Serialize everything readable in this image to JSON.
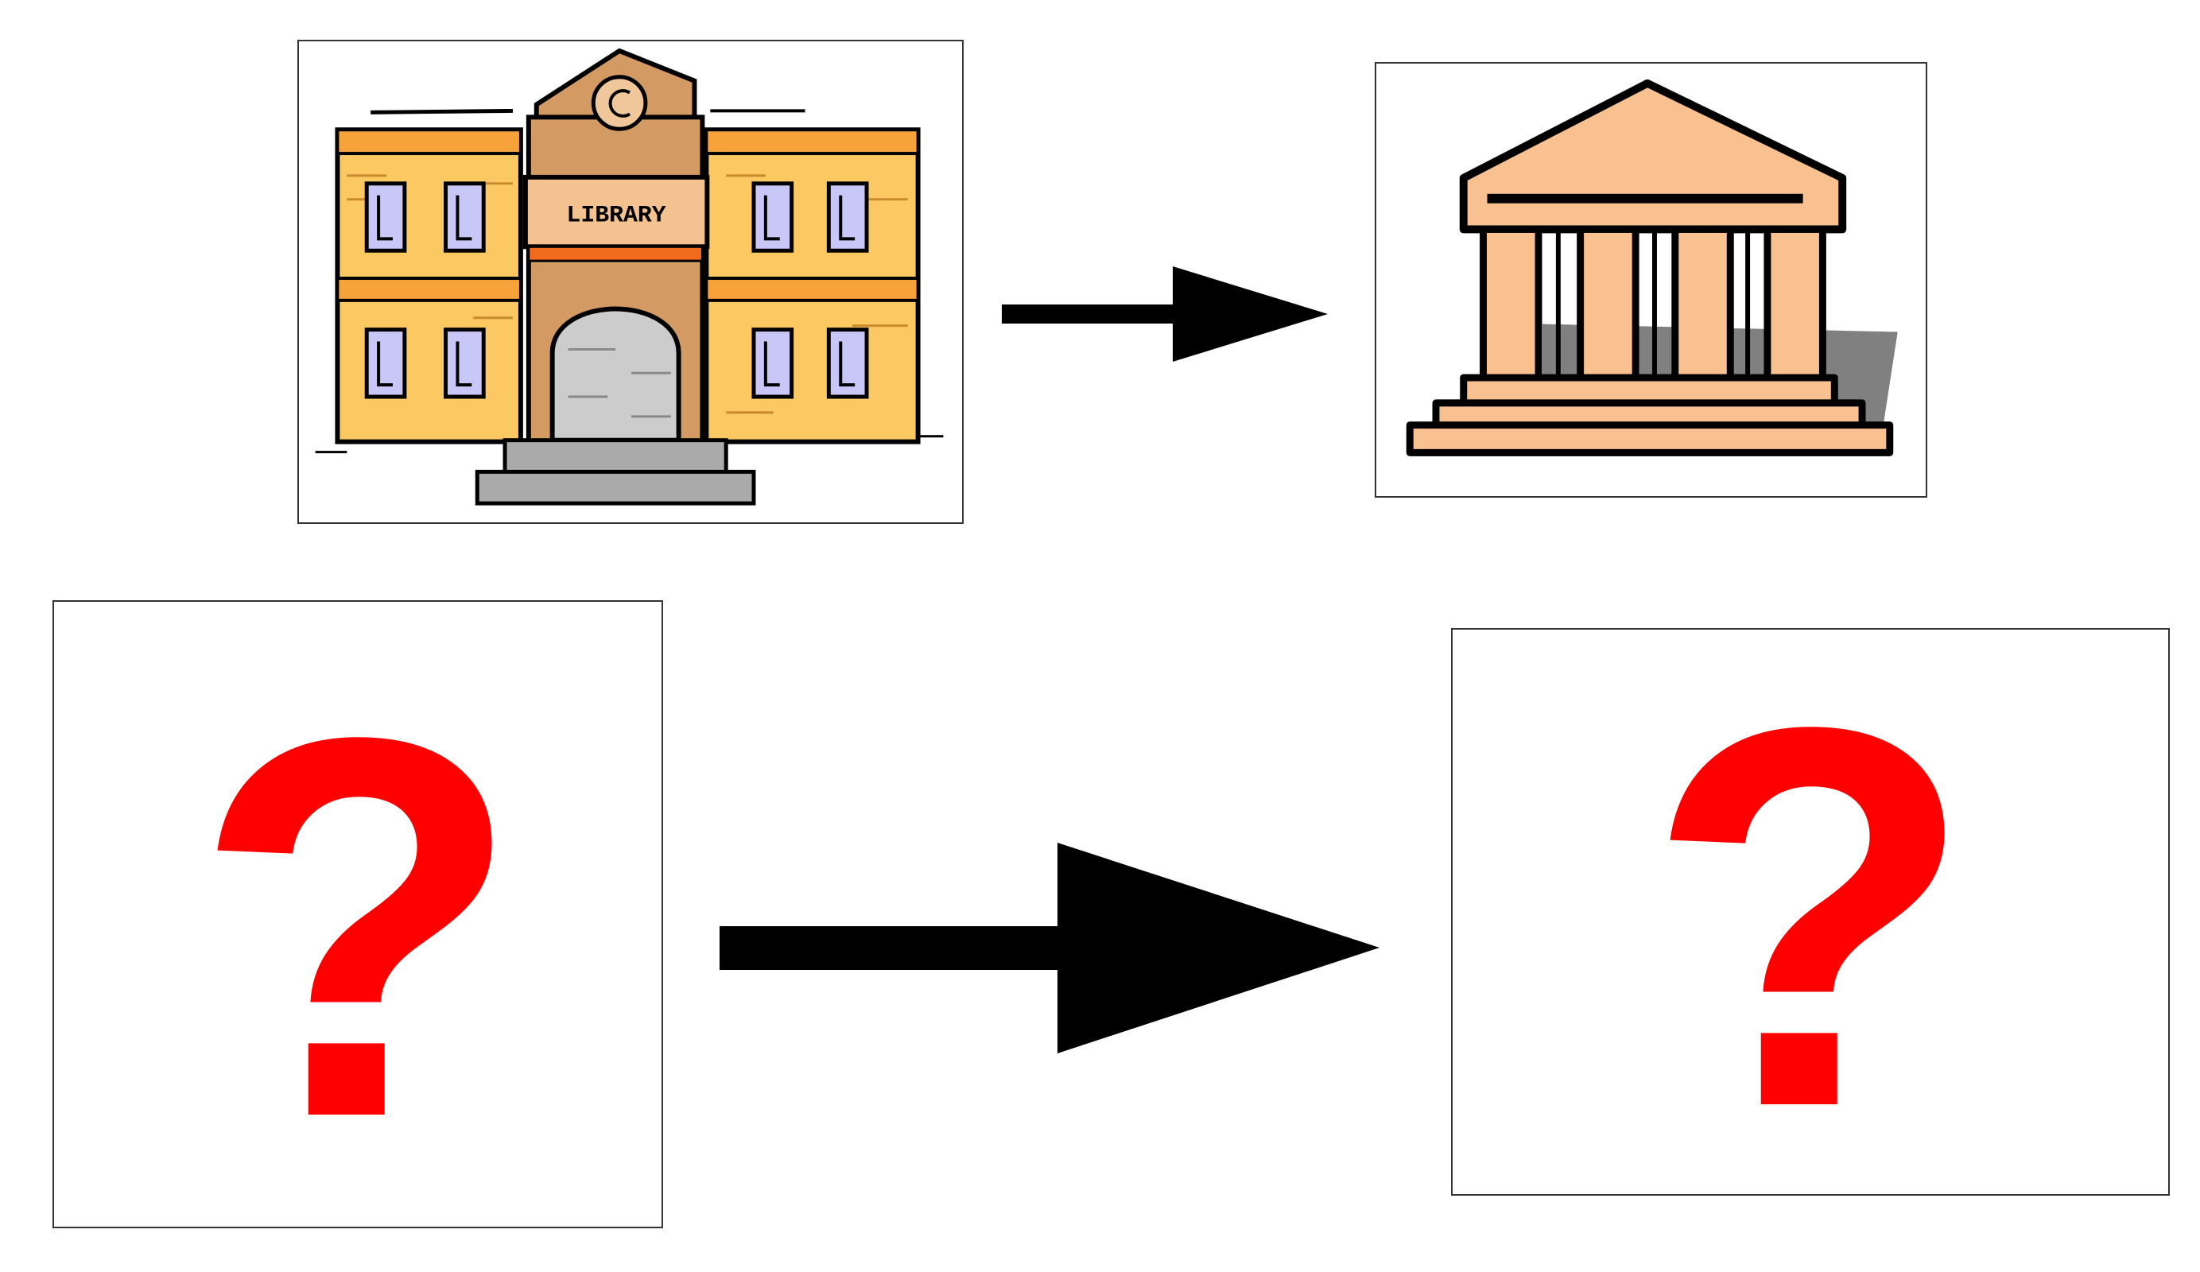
{
  "panels": {
    "library": {
      "sign_text": "LIBRARY",
      "icon": "library-building-icon"
    },
    "museum": {
      "icon": "museum-building-icon"
    },
    "unknown_left": {
      "symbol": "?",
      "icon": "question-mark-icon"
    },
    "unknown_right": {
      "symbol": "?",
      "icon": "question-mark-icon"
    }
  },
  "arrows": [
    {
      "from": "library",
      "to": "museum"
    },
    {
      "from": "unknown_left",
      "to": "unknown_right"
    }
  ],
  "colors": {
    "question_mark": "#ff0000",
    "arrow": "#000000",
    "library_wall": "#fbc862",
    "library_tower": "#d49a63",
    "museum_fill": "#f9c18f"
  }
}
